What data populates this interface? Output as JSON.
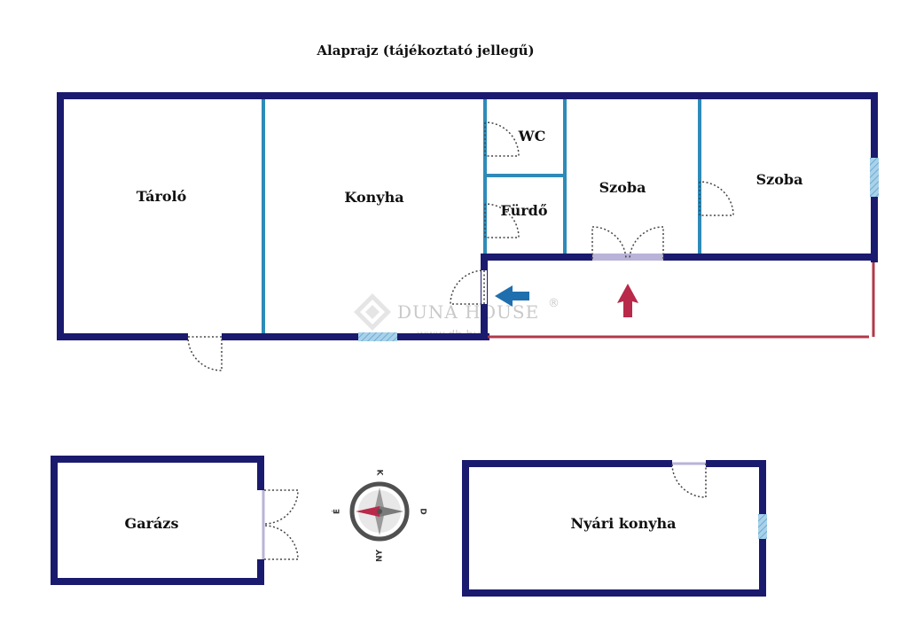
{
  "title": "Alaprajz (tájékoztató jellegű)",
  "rooms": {
    "tarolo": "Tároló",
    "konyha": "Konyha",
    "wc": "WC",
    "furdo": "Fürdő",
    "szoba1": "Szoba",
    "szoba2": "Szoba",
    "garazs": "Garázs",
    "nyari_konyha": "Nyári konyha"
  },
  "compass": {
    "north": "K",
    "east": "D",
    "south": "NY",
    "west": "É"
  },
  "watermark": {
    "brand": "DUNA HOUSE",
    "registered": "®",
    "url": "www.dh.hu"
  },
  "colors": {
    "wall_outer": "#1a1a6e",
    "wall_inner": "#2e8bb8",
    "terrace_edge": "#b03a48",
    "window": "#8fc3df",
    "door_swing": "#444444",
    "arrow_entrance": "#1f6fae",
    "arrow_up": "#b8294a",
    "compass_ring": "#505050"
  }
}
